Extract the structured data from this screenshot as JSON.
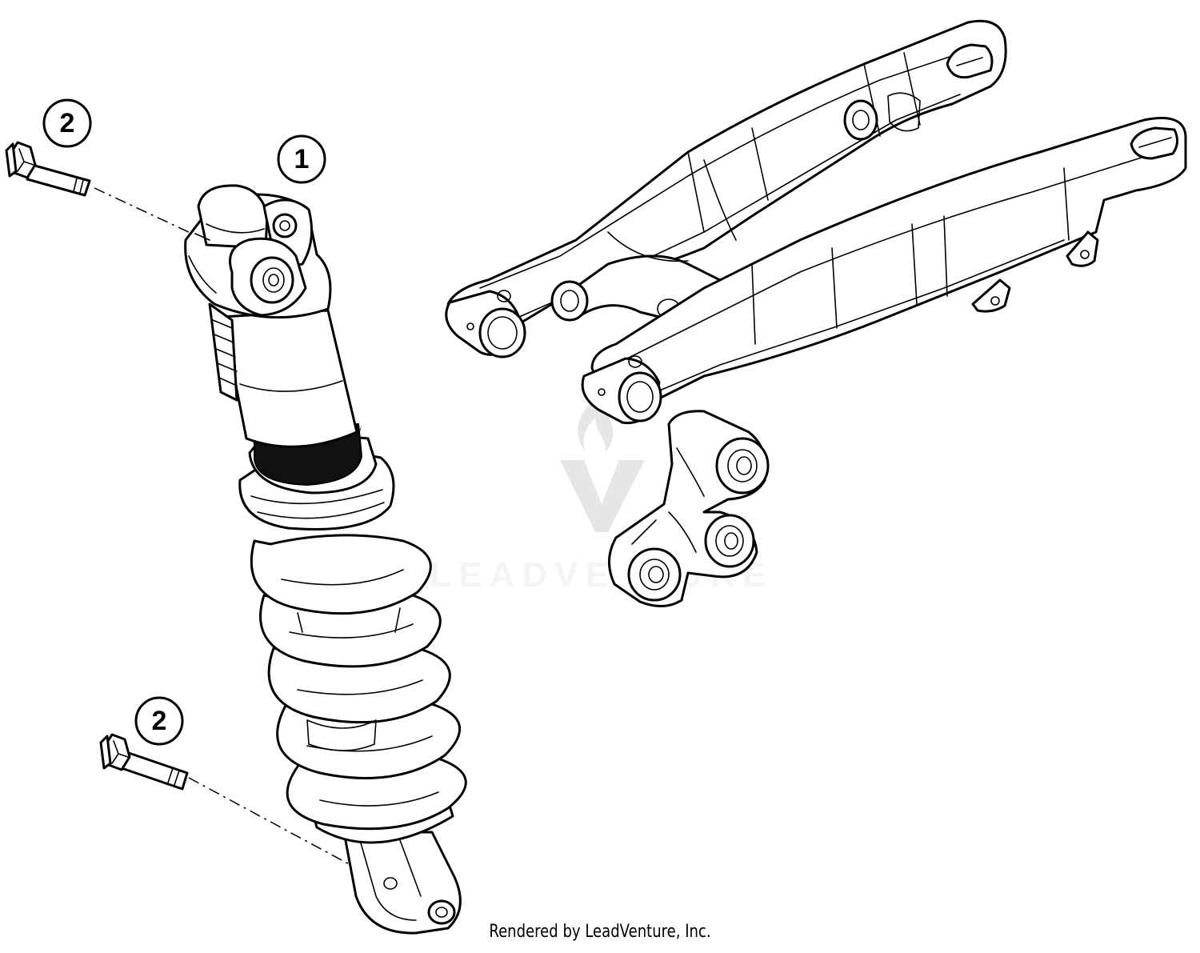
{
  "callouts": [
    {
      "id": "c1",
      "label": "1"
    },
    {
      "id": "c2a",
      "label": "2"
    },
    {
      "id": "c2b",
      "label": "2"
    }
  ],
  "credit": "Rendered by LeadVenture, Inc.",
  "watermark": "LEADVENTURE",
  "parts": [
    {
      "ref": "1",
      "icon": "shock-absorber-icon"
    },
    {
      "ref": "2",
      "icon": "bolt-icon"
    },
    {
      "ref": "",
      "icon": "swingarm-icon"
    },
    {
      "ref": "",
      "icon": "linkage-icon"
    }
  ]
}
